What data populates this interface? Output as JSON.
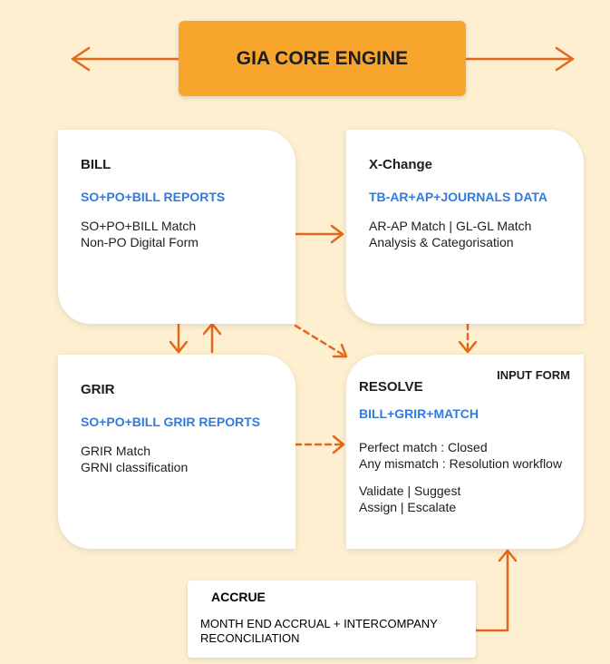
{
  "engine": {
    "label": "GIA CORE ENGINE"
  },
  "colors": {
    "background": "#FDEFCF",
    "engine": "#F7A52D",
    "arrow": "#E4681A",
    "accent_text": "#2F7BE3"
  },
  "cards": {
    "bill": {
      "title": "BILL",
      "subtitle": "SO+PO+BILL REPORTS",
      "lines": [
        "SO+PO+BILL Match",
        "Non-PO Digital Form"
      ]
    },
    "xchange": {
      "title": "X-Change",
      "subtitle": "TB-AR+AP+JOURNALS DATA",
      "lines": [
        "AR-AP Match | GL-GL Match",
        "Analysis & Categorisation"
      ]
    },
    "grir": {
      "title": "GRIR",
      "subtitle": "SO+PO+BILL GRIR REPORTS",
      "lines": [
        "GRIR Match",
        "GRNI classification"
      ]
    },
    "resolve": {
      "title": "RESOLVE",
      "tag": "INPUT FORM",
      "subtitle": "BILL+GRIR+MATCH",
      "lines": [
        "Perfect match : Closed",
        "Any mismatch : Resolution workflow"
      ],
      "lines2": [
        "Validate | Suggest",
        "Assign | Escalate"
      ]
    },
    "accrue": {
      "title": "ACCRUE",
      "lines": [
        "MONTH END ACCRUAL + INTERCOMPANY",
        "RECONCILIATION"
      ]
    }
  }
}
